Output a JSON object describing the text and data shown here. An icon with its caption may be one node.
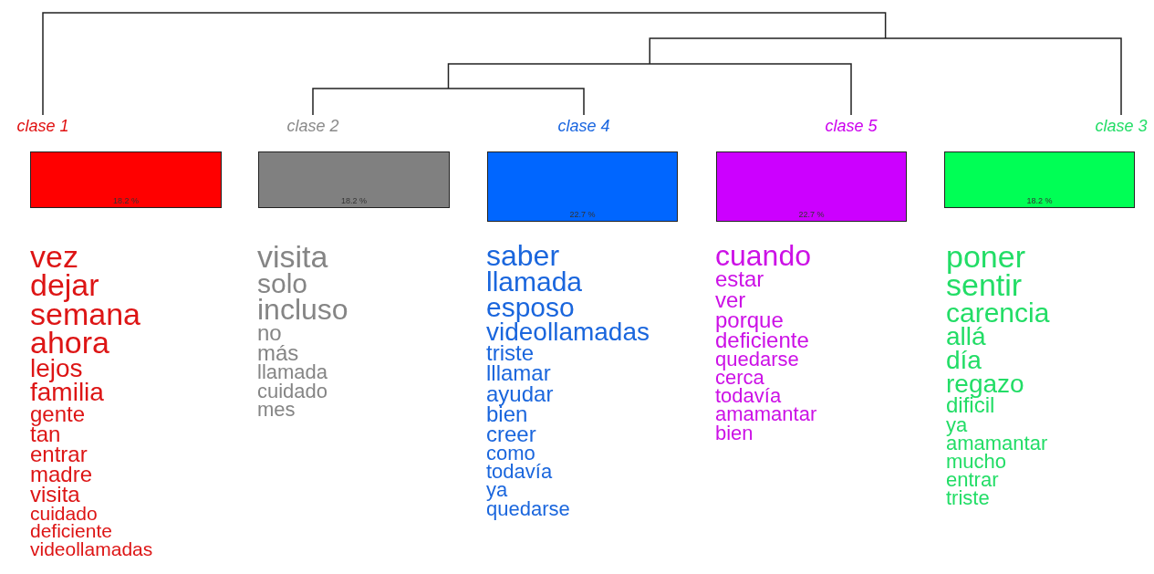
{
  "diagram": {
    "nodes": [
      {
        "text": [
          "clase 1",
          "18.2 %"
        ]
      },
      {
        "text": [
          "clase 2",
          "18.2 %"
        ]
      },
      {
        "text": [
          "clase 4",
          "22.7 %"
        ]
      },
      {
        "text": [
          "clase 5",
          "22.7 %"
        ]
      },
      {
        "text": [
          "clase 3",
          "18.2 %"
        ]
      }
    ],
    "labels": [
      "vez",
      "dejar",
      "semana",
      "ahora",
      "lejos",
      "familia",
      "gente",
      "tan",
      "entrar",
      "madre",
      "visita",
      "cuidado",
      "deficiente",
      "videollamadas",
      "visita",
      "solo",
      "incluso",
      "no",
      "más",
      "llamada",
      "cuidado",
      "mes",
      "saber",
      "llamada",
      "esposo",
      "videollamadas",
      "triste",
      "lllamar",
      "ayudar",
      "bien",
      "creer",
      "como",
      "todavía",
      "ya",
      "quedarse",
      "cuando",
      "estar",
      "ver",
      "porque",
      "deficiente",
      "quedarse",
      "cerca",
      "todavía",
      "amamantar",
      "bien",
      "poner",
      "sentir",
      "carencia",
      "allá",
      "día",
      "regazo",
      "dificil",
      "ya",
      "amamantar",
      "mucho",
      "entrar",
      "triste"
    ]
  }
}
